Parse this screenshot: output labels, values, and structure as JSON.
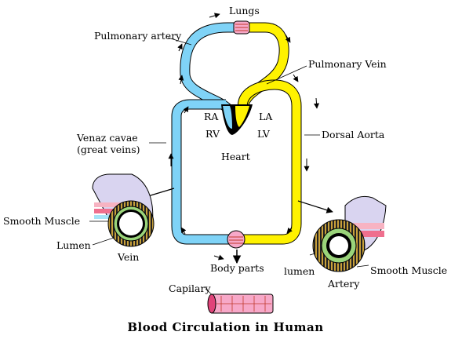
{
  "title": "Blood Circulation in Human",
  "labels": {
    "lungs": "Lungs",
    "pulmonary_artery": "Pulmonary artery",
    "pulmonary_vein": "Pulmonary Vein",
    "ra": "RA",
    "la": "LA",
    "rv": "RV",
    "lv": "LV",
    "heart": "Heart",
    "venae_cavae_line1": "Venaz cavae",
    "venae_cavae_line2": "(great veins)",
    "dorsal_aorta": "Dorsal Aorta",
    "smooth_muscle_vein": "Smooth Muscle",
    "lumen_vein": "Lumen",
    "vein": "Vein",
    "body_parts": "Body parts",
    "lumen_artery": "lumen",
    "artery": "Artery",
    "smooth_muscle_artery": "Smooth Muscle",
    "capillary": "Capilary"
  },
  "colors": {
    "deoxygenated": "#7fd3f7",
    "oxygenated": "#fff200",
    "outline": "#000000",
    "vessel_ring": "#c8a03a",
    "capillary_fill": "#f7a8c8"
  }
}
